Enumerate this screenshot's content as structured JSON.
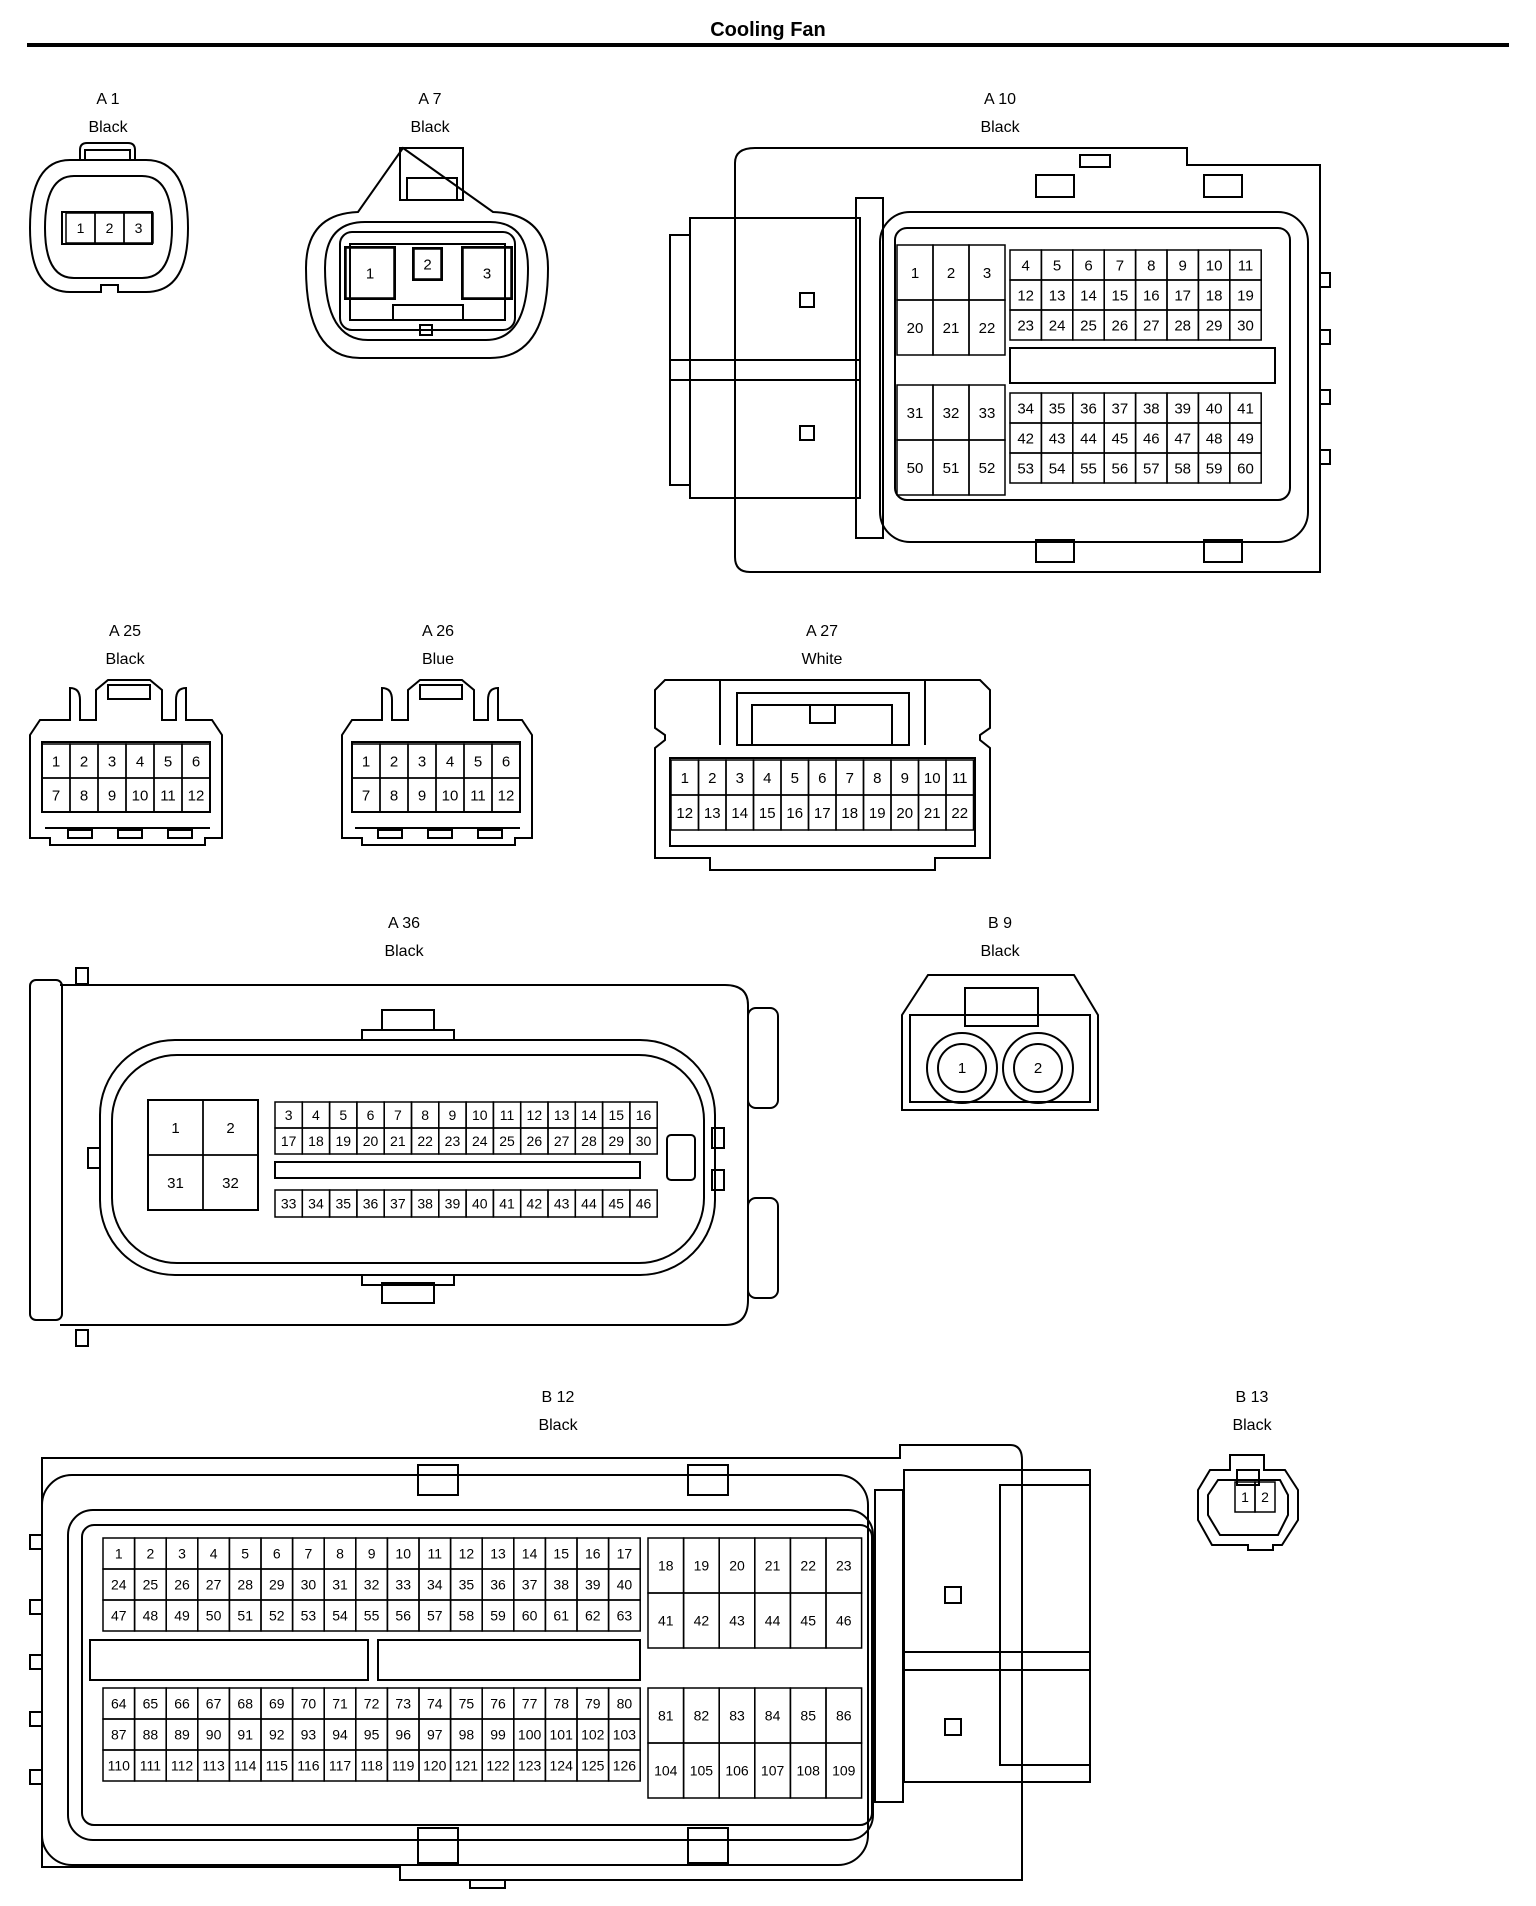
{
  "page": {
    "title": "Cooling Fan"
  },
  "connectors": [
    {
      "id": "A 1",
      "color": "Black",
      "pins": [
        "1",
        "2",
        "3"
      ]
    },
    {
      "id": "A 7",
      "color": "Black",
      "pins": [
        "1",
        "2",
        "3"
      ]
    },
    {
      "id": "A 10",
      "color": "Black",
      "pins": [
        "1",
        "2",
        "3",
        "20",
        "21",
        "22",
        "4",
        "5",
        "6",
        "7",
        "8",
        "9",
        "10",
        "11",
        "12",
        "13",
        "14",
        "15",
        "16",
        "17",
        "18",
        "19",
        "23",
        "24",
        "25",
        "26",
        "27",
        "28",
        "29",
        "30",
        "31",
        "32",
        "33",
        "50",
        "51",
        "52",
        "34",
        "35",
        "36",
        "37",
        "38",
        "39",
        "40",
        "41",
        "42",
        "43",
        "44",
        "45",
        "46",
        "47",
        "48",
        "49",
        "53",
        "54",
        "55",
        "56",
        "57",
        "58",
        "59",
        "60"
      ]
    },
    {
      "id": "A 25",
      "color": "Black",
      "pins": [
        "1",
        "2",
        "3",
        "4",
        "5",
        "6",
        "7",
        "8",
        "9",
        "10",
        "11",
        "12"
      ]
    },
    {
      "id": "A 26",
      "color": "Blue",
      "pins": [
        "1",
        "2",
        "3",
        "4",
        "5",
        "6",
        "7",
        "8",
        "9",
        "10",
        "11",
        "12"
      ]
    },
    {
      "id": "A 27",
      "color": "White",
      "pins": [
        "1",
        "2",
        "3",
        "4",
        "5",
        "6",
        "7",
        "8",
        "9",
        "10",
        "11",
        "12",
        "13",
        "14",
        "15",
        "16",
        "17",
        "18",
        "19",
        "20",
        "21",
        "22"
      ]
    },
    {
      "id": "A 36",
      "color": "Black",
      "pins": [
        "1",
        "2",
        "31",
        "32",
        "3",
        "4",
        "5",
        "6",
        "7",
        "8",
        "9",
        "10",
        "11",
        "12",
        "13",
        "14",
        "15",
        "16",
        "17",
        "18",
        "19",
        "20",
        "21",
        "22",
        "23",
        "24",
        "25",
        "26",
        "27",
        "28",
        "29",
        "30",
        "33",
        "34",
        "35",
        "36",
        "37",
        "38",
        "39",
        "40",
        "41",
        "42",
        "43",
        "44",
        "45",
        "46"
      ]
    },
    {
      "id": "B 9",
      "color": "Black",
      "pins": [
        "1",
        "2"
      ]
    },
    {
      "id": "B 12",
      "color": "Black",
      "pins": [
        "1",
        "2",
        "3",
        "4",
        "5",
        "6",
        "7",
        "8",
        "9",
        "10",
        "11",
        "12",
        "13",
        "14",
        "15",
        "16",
        "17",
        "24",
        "25",
        "26",
        "27",
        "28",
        "29",
        "30",
        "31",
        "32",
        "33",
        "34",
        "35",
        "36",
        "37",
        "38",
        "39",
        "40",
        "47",
        "48",
        "49",
        "50",
        "51",
        "52",
        "53",
        "54",
        "55",
        "56",
        "57",
        "58",
        "59",
        "60",
        "61",
        "62",
        "63",
        "18",
        "19",
        "20",
        "21",
        "22",
        "23",
        "41",
        "42",
        "43",
        "44",
        "45",
        "46",
        "64",
        "65",
        "66",
        "67",
        "68",
        "69",
        "70",
        "71",
        "72",
        "73",
        "74",
        "75",
        "76",
        "77",
        "78",
        "79",
        "80",
        "87",
        "88",
        "89",
        "90",
        "91",
        "92",
        "93",
        "94",
        "95",
        "96",
        "97",
        "98",
        "99",
        "100",
        "101",
        "102",
        "103",
        "110",
        "111",
        "112",
        "113",
        "114",
        "115",
        "116",
        "117",
        "118",
        "119",
        "120",
        "121",
        "122",
        "123",
        "124",
        "125",
        "126",
        "81",
        "82",
        "83",
        "84",
        "85",
        "86",
        "104",
        "105",
        "106",
        "107",
        "108",
        "109"
      ]
    },
    {
      "id": "B 13",
      "color": "Black",
      "pins": [
        "1",
        "2"
      ]
    }
  ]
}
